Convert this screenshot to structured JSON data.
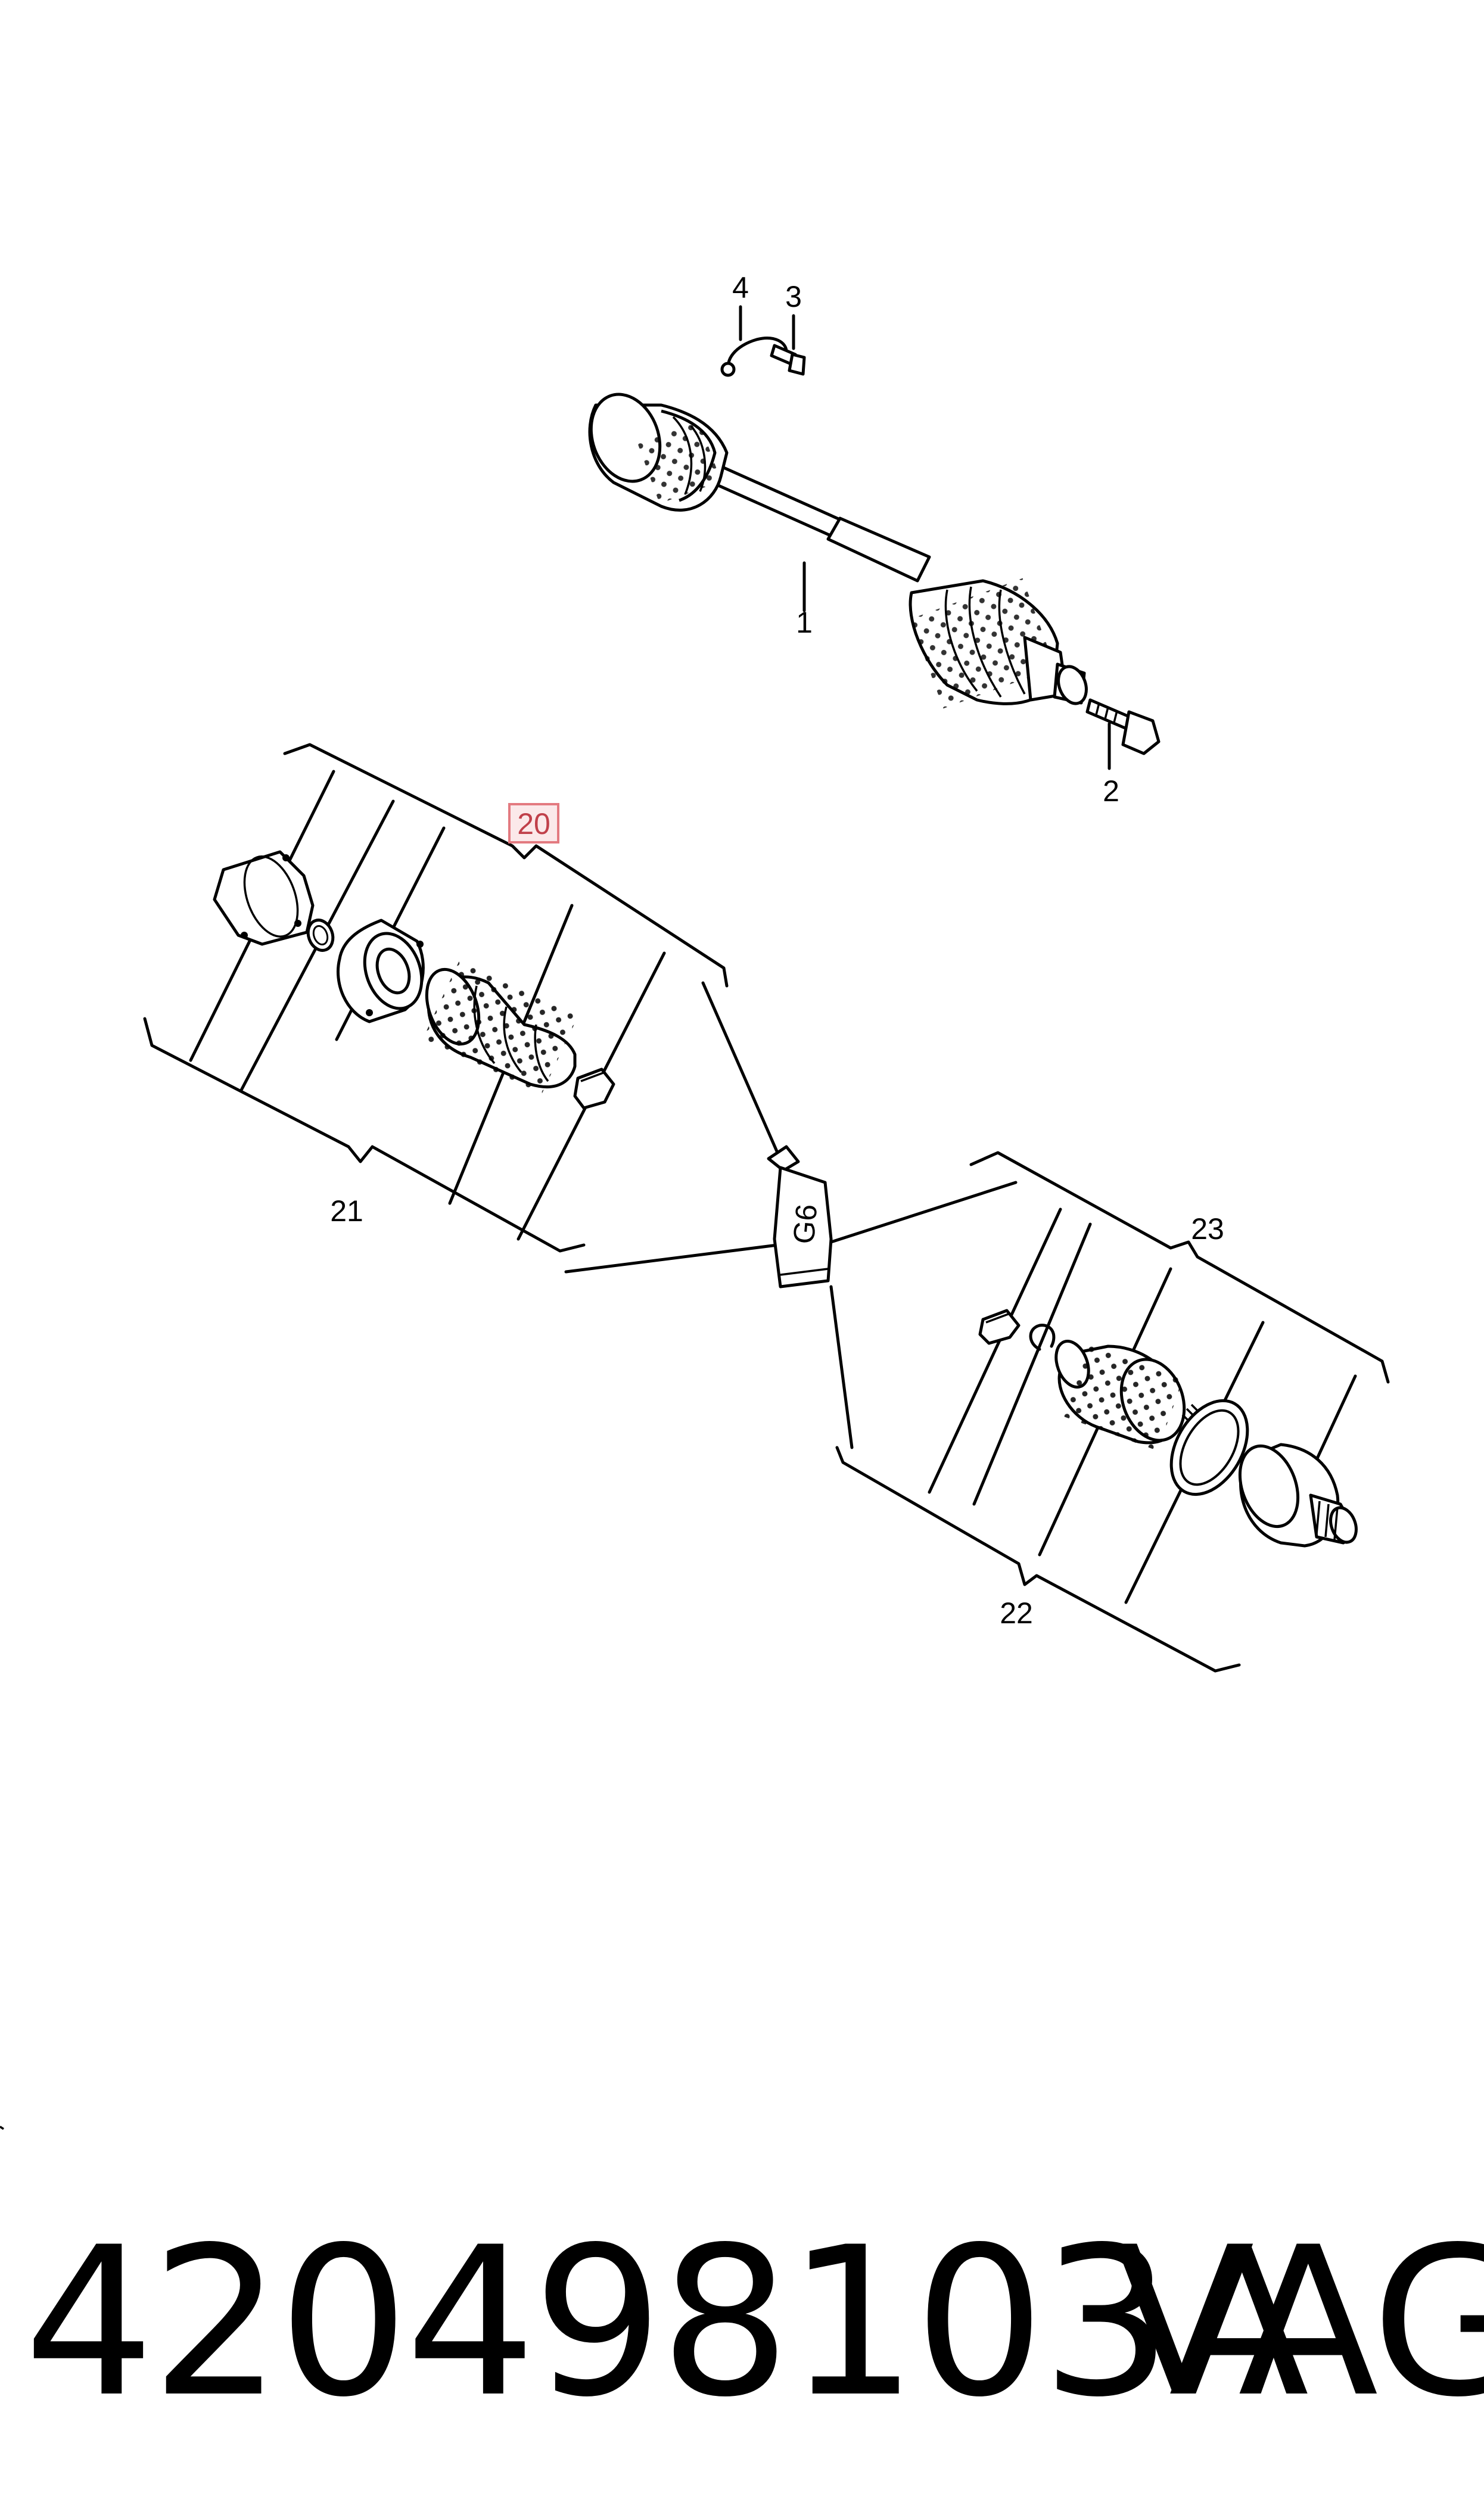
{
  "callouts": {
    "c1": "1",
    "c2": "2",
    "c3": "3",
    "c4": "4",
    "c20": "20",
    "c21": "21",
    "c22": "22",
    "c23": "23"
  },
  "grease_tube_label": "G6",
  "footer": {
    "part_number": "420498103A",
    "brand": "VAG"
  },
  "colors": {
    "highlight_fill": "#fbe9ea",
    "highlight_stroke": "#e37a80",
    "line": "#000000"
  }
}
